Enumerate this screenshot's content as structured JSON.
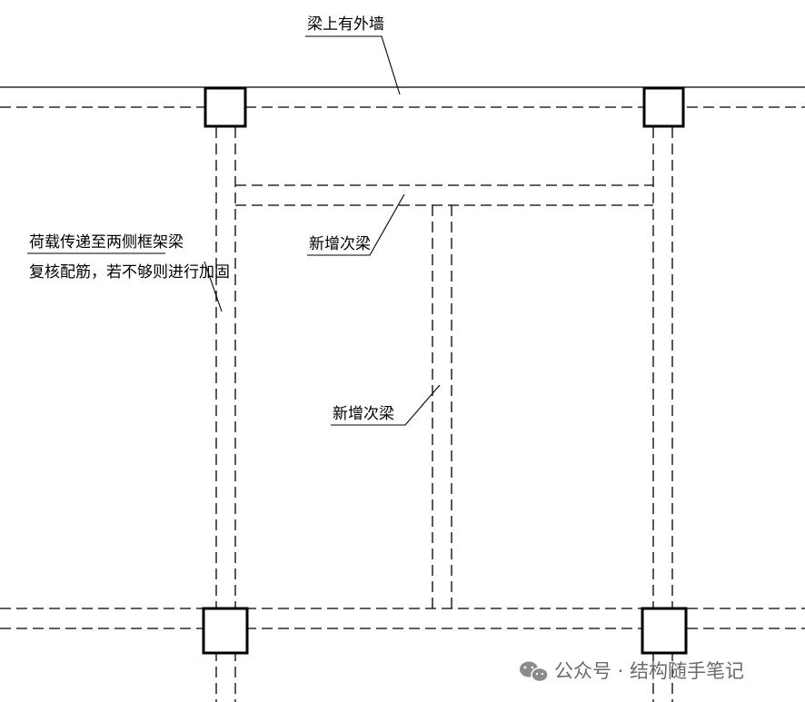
{
  "labels": {
    "exterior_wall": "梁上有外墙",
    "load_transfer_line1": "荷载传递至两侧框架梁",
    "load_transfer_line2": "复核配筋，若不够则进行加固",
    "new_secondary_beam_horizontal": "新增次梁",
    "new_secondary_beam_vertical": "新增次梁"
  },
  "watermark": {
    "text": "公众号 · 结构随手笔记",
    "icon": "wechat-icon"
  },
  "colors": {
    "line": "#000000",
    "background": "#ffffff",
    "watermark": "#6a6a6a"
  }
}
